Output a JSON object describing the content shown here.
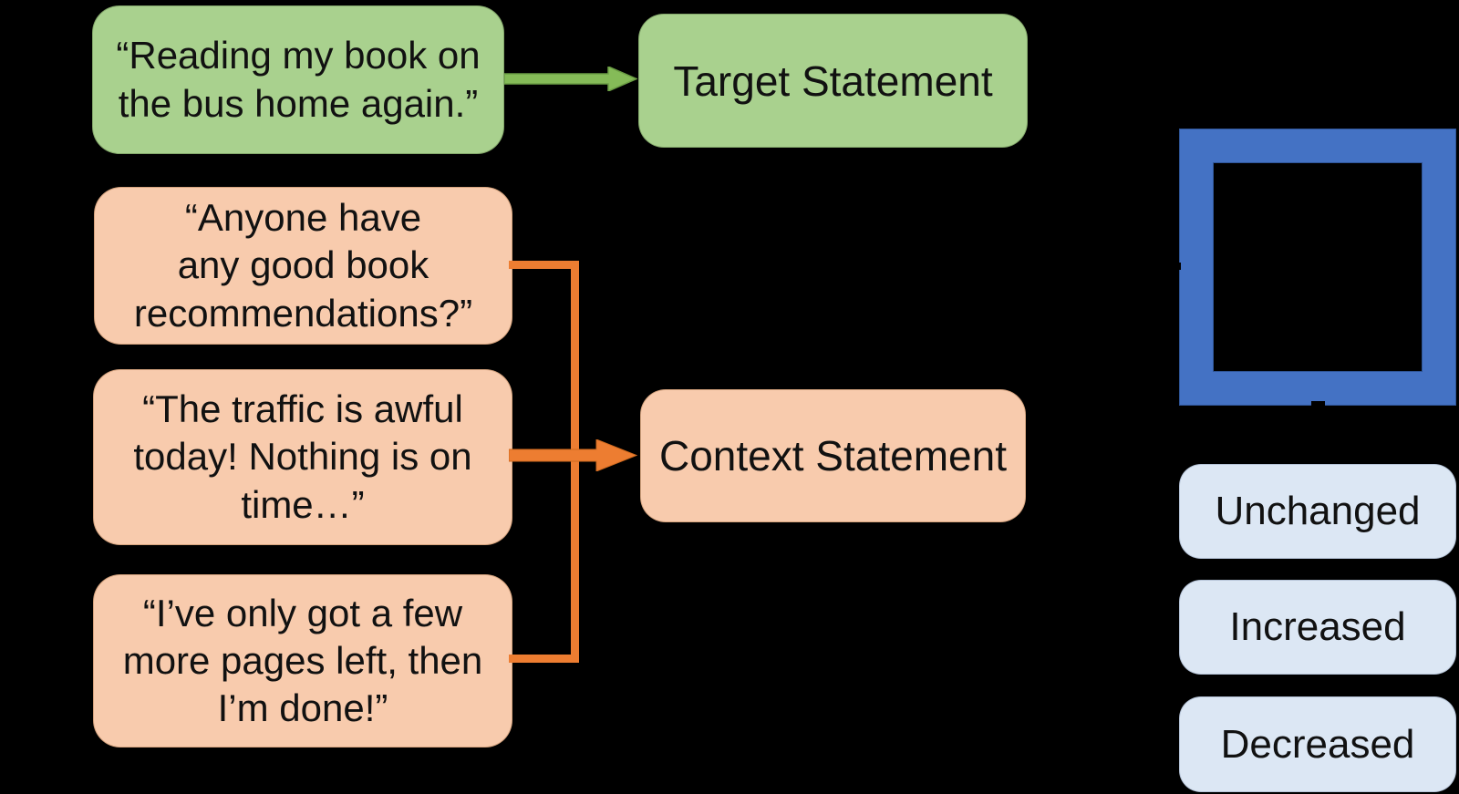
{
  "figure": {
    "background": "#000000",
    "description": "Flow diagram: example social-media statements feeding Target and Context Statement nodes into a model placeholder with answer options"
  },
  "palette": {
    "green_fill": "#A9D18E",
    "green_arrow": "#85BB58",
    "orange_fill": "#F8CBAD",
    "orange_connector": "#ED7D31",
    "blue_frame": "#4472C4",
    "blue_frame_edge": "#2F5597",
    "answer_fill": "#DCE7F4",
    "text": "#111111"
  },
  "target_flow": {
    "example": "“Reading my book on\nthe bus home again.”",
    "label": "Target Statement"
  },
  "context_flow": {
    "examples": [
      "“Anyone have\nany good book\nrecommendations?”",
      "“The traffic is awful\ntoday! Nothing is on\ntime…”",
      "“I’ve only got a few\nmore pages left, then\nI’m done!”"
    ],
    "label": "Context Statement"
  },
  "answers": [
    {
      "label": "Unchanged"
    },
    {
      "label": "Increased"
    },
    {
      "label": "Decreased"
    }
  ]
}
